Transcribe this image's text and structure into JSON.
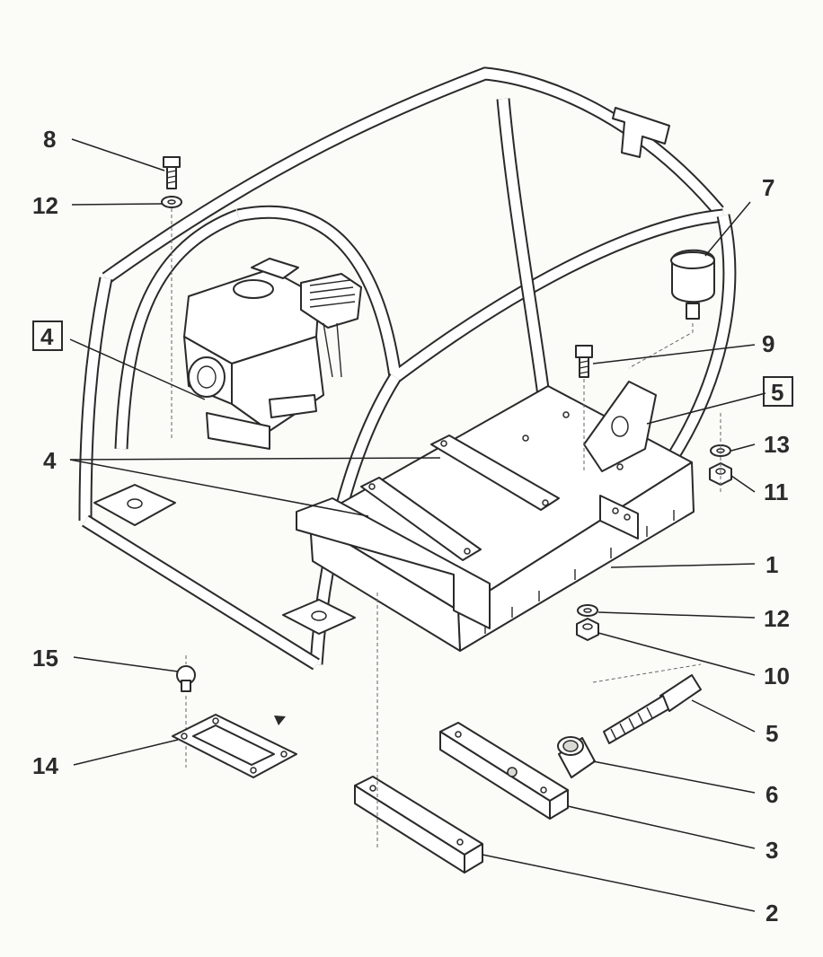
{
  "callouts": [
    {
      "id": "c8",
      "text": "8"
    },
    {
      "id": "c12a",
      "text": "12"
    },
    {
      "id": "c7",
      "text": "7"
    },
    {
      "id": "c4box",
      "text": "4"
    },
    {
      "id": "c9",
      "text": "9"
    },
    {
      "id": "c5box",
      "text": "5"
    },
    {
      "id": "c13",
      "text": "13"
    },
    {
      "id": "c4",
      "text": "4"
    },
    {
      "id": "c11",
      "text": "11"
    },
    {
      "id": "c1",
      "text": "1"
    },
    {
      "id": "c12b",
      "text": "12"
    },
    {
      "id": "c15",
      "text": "15"
    },
    {
      "id": "c10",
      "text": "10"
    },
    {
      "id": "c5",
      "text": "5"
    },
    {
      "id": "c14",
      "text": "14"
    },
    {
      "id": "c6",
      "text": "6"
    },
    {
      "id": "c3",
      "text": "3"
    },
    {
      "id": "c2",
      "text": "2"
    }
  ],
  "colors": {
    "line": "#2a2a2a",
    "text": "#2b2b2b",
    "background": "#fbfbf8"
  }
}
